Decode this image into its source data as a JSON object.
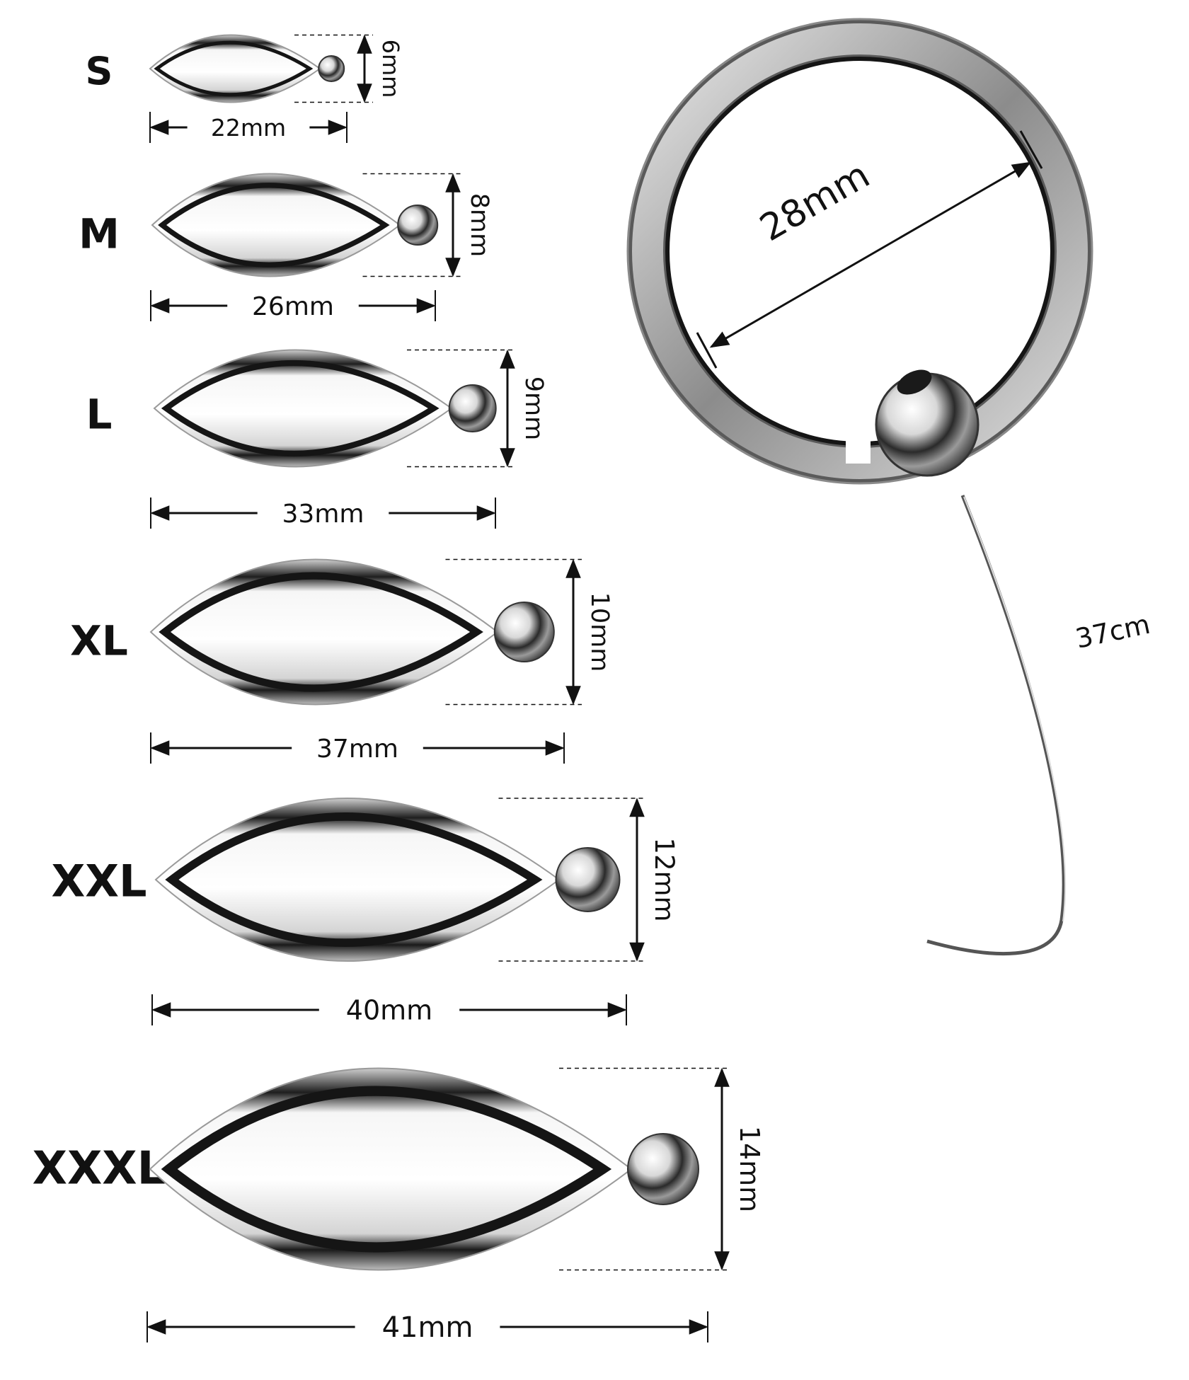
{
  "sizes": [
    {
      "label": "S",
      "length": "22mm",
      "diameter": "6mm"
    },
    {
      "label": "M",
      "length": "26mm",
      "diameter": "8mm"
    },
    {
      "label": "L",
      "length": "33mm",
      "diameter": "9mm"
    },
    {
      "label": "XL",
      "length": "37mm",
      "diameter": "10mm"
    },
    {
      "label": "XXL",
      "length": "40mm",
      "diameter": "12mm"
    },
    {
      "label": "XXXL",
      "length": "41mm",
      "diameter": "14mm"
    }
  ],
  "ring": {
    "diameter": "28mm",
    "wire_length": "37cm"
  },
  "colors": {
    "metal_light": "#f4f4f4",
    "metal_mid": "#b8b8b8",
    "metal_dark": "#1a1a1a",
    "line": "#111111"
  }
}
